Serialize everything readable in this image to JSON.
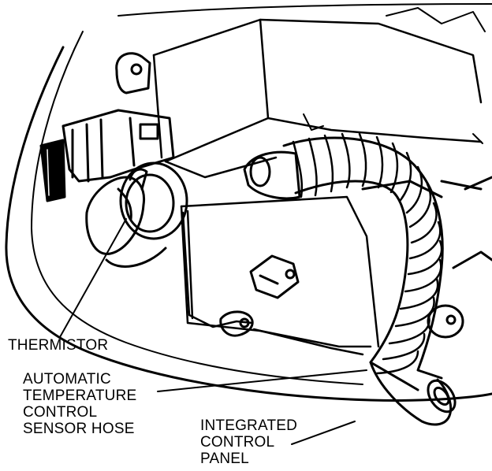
{
  "labels": {
    "thermistor": "THERMISTOR",
    "sensor_hose": [
      "AUTOMATIC",
      "TEMPERATURE",
      "CONTROL",
      "SENSOR HOSE"
    ],
    "control_panel": [
      "INTEGRATED",
      "CONTROL",
      "PANEL"
    ]
  },
  "colors": {
    "ink": "#000000",
    "paper": "#ffffff"
  }
}
